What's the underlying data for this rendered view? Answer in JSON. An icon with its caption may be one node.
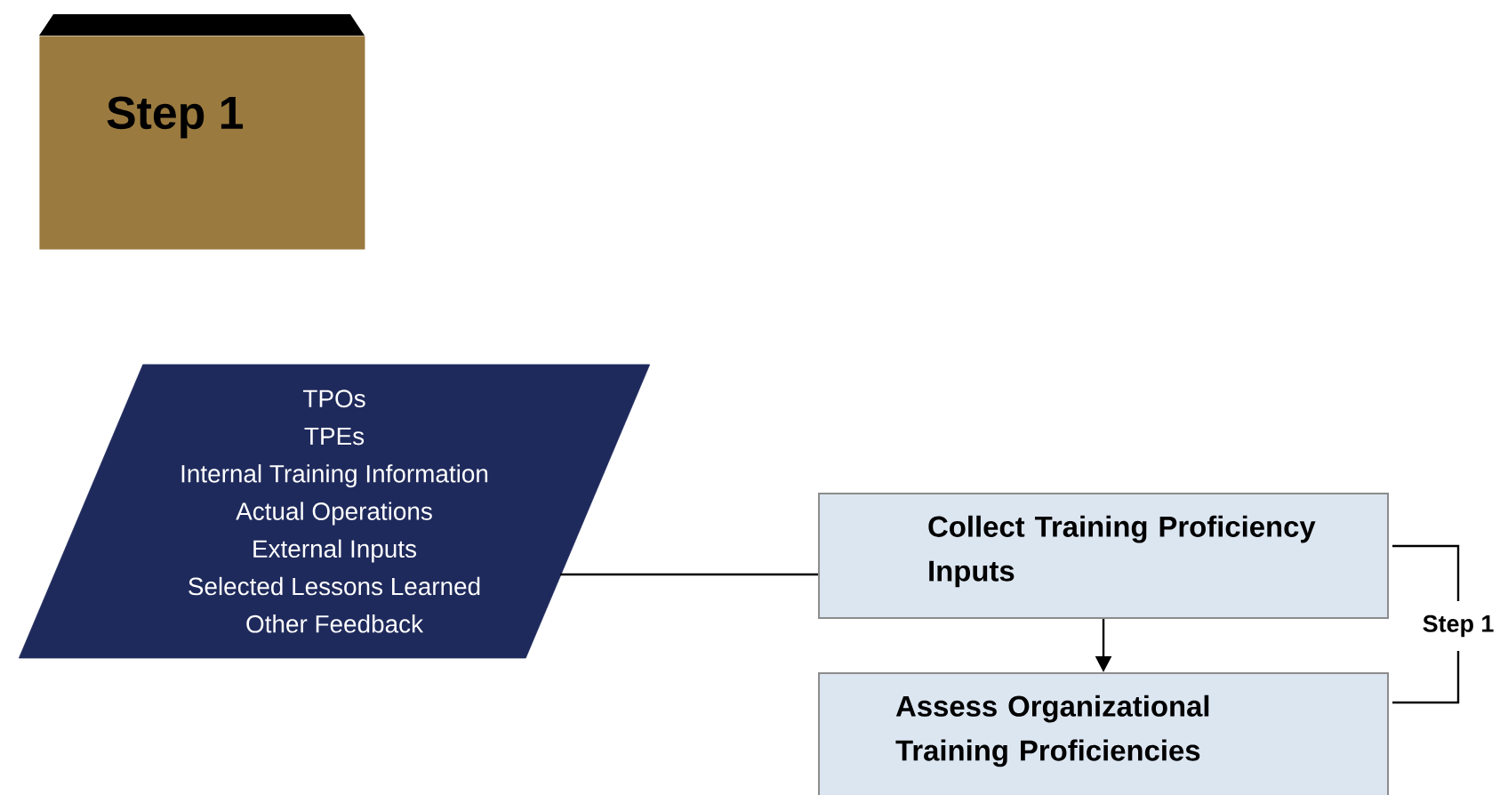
{
  "diagram": {
    "nodes": [
      {
        "text": [
          "Step 1"
        ]
      },
      {
        "text": [
          "TPOs",
          "TPEs",
          "Internal Training Information",
          "Actual Operations",
          "External Inputs",
          "Selected Lessons Learned",
          "Other Feedback"
        ]
      },
      {
        "text": [
          "Collect Training Proficiency Inputs"
        ]
      },
      {
        "text": [
          "Assess Organizational Training Proficiencies"
        ]
      }
    ],
    "edges": [
      {
        "from": 1,
        "to": 2,
        "arrow": "none"
      },
      {
        "from": 2,
        "to": 3,
        "arrow": "to"
      }
    ],
    "labels": [
      "Step 1"
    ]
  }
}
